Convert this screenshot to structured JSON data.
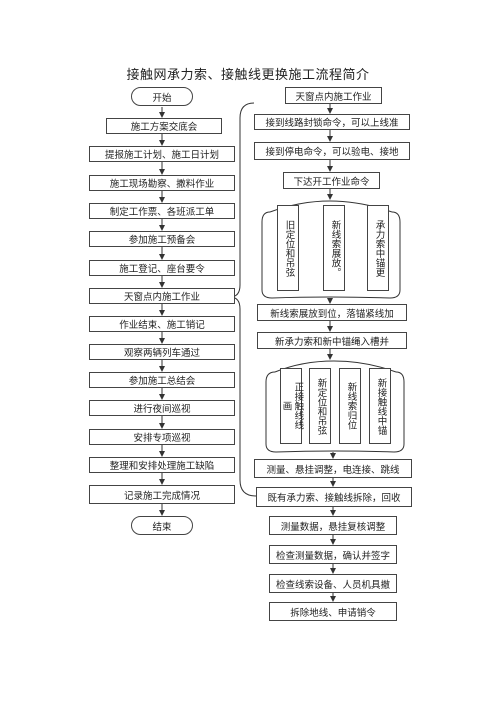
{
  "title": "接触网承力索、接触线更换施工流程简介",
  "left_column": {
    "start": "开始",
    "steps": [
      "施工方案交底会",
      "提报施工计划、施工日计划",
      "施工现场勘察、撒料作业",
      "制定工作票、各班派工单",
      "参加施工预备会",
      "施工登记、座台要令",
      "天窗点内施工作业",
      "作业结束、施工销记",
      "观察两辆列车通过",
      "参加施工总结会",
      "进行夜间巡视",
      "安排专项巡视",
      "整理和安排处理施工缺陷",
      "记录施工完成情况"
    ],
    "end": "结束"
  },
  "right_column": {
    "header": "天窗点内施工作业",
    "steps_top": [
      "接到线路封锁命令，可以上线准",
      "接到停电命令，可以验电、接地",
      "下达开工作业命令"
    ],
    "group1": [
      "旧定位和吊弦",
      "新线索展放。",
      "承力索中锚更"
    ],
    "steps_mid": [
      "新线索展放到位，落锚紧线加",
      "新承力索和新中锚绳入槽并"
    ],
    "group2": [
      [
        "正接触线线",
        "画"
      ],
      [
        "新定位和吊弦"
      ],
      [
        "新线索归位"
      ],
      [
        "新接触线中锚"
      ]
    ],
    "steps_bottom": [
      "测量、悬挂调整，电连接、跳线",
      "既有承力索、接触线拆除，回收",
      "测量数据，悬挂复核调整",
      "检查测量数据，确认并签字",
      "检查线索设备、人员机具撤",
      "拆除地线、申请销令"
    ]
  }
}
